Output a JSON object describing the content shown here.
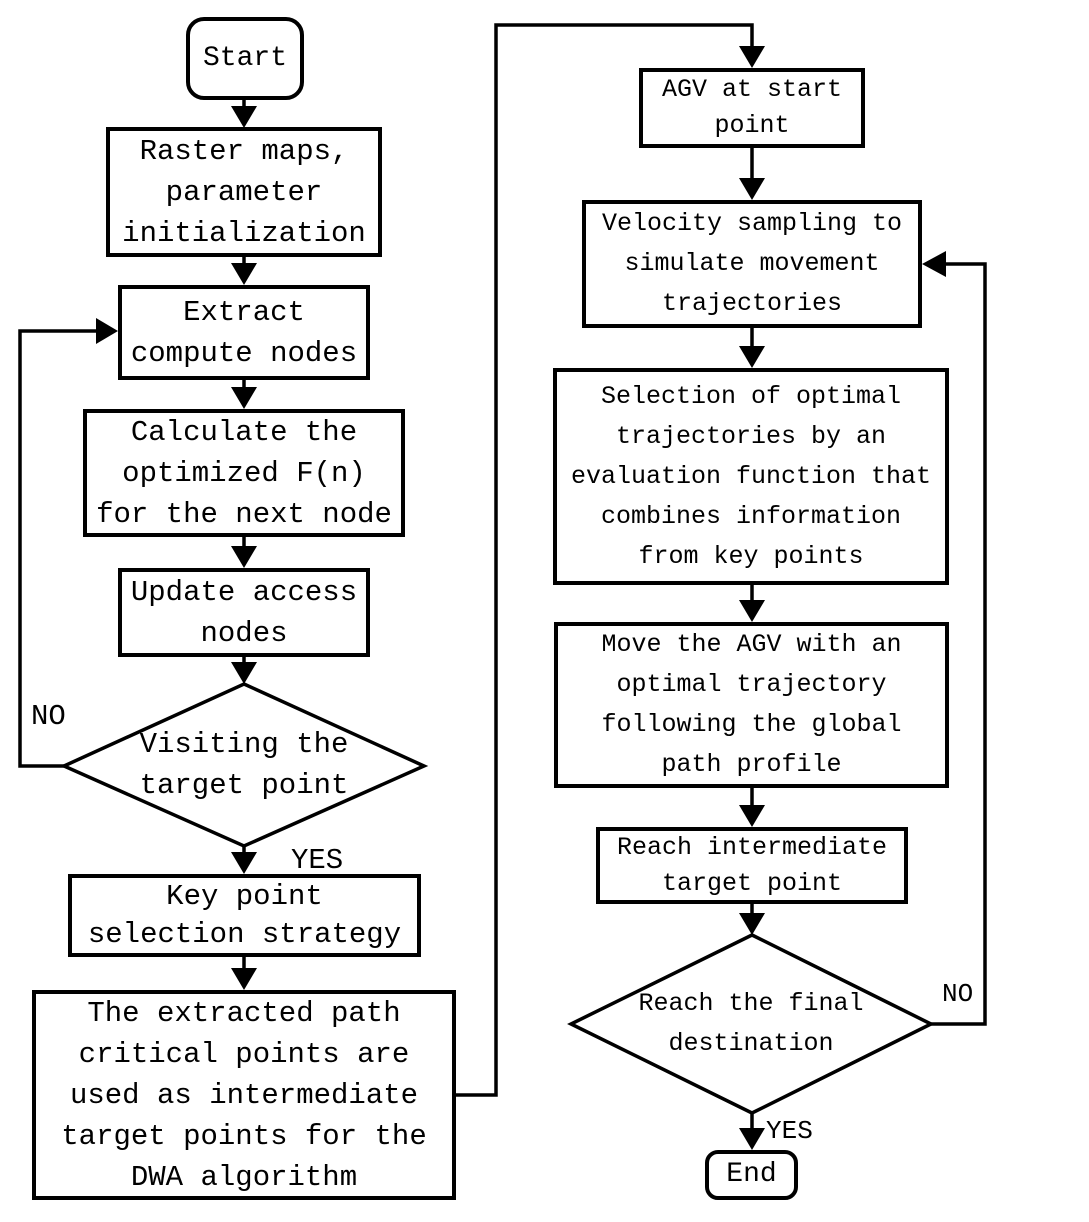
{
  "title": "AGV path planning flowchart (improved A* with key points + DWA)",
  "colors": {
    "stroke": "#000000",
    "fill": "#ffffff",
    "text": "#000000"
  },
  "nodes": {
    "start": "Start",
    "raster_init": "Raster maps,\nparameter\ninitialization",
    "extract_nodes": "Extract\ncompute nodes",
    "calc_fn": "Calculate the\noptimized F(n)\nfor the next node",
    "update_nodes": "Update access\nnodes",
    "visit_target": "Visiting the\ntarget point",
    "keypoint_strategy": "Key point\nselection strategy",
    "extracted_path": "The extracted path\ncritical points are\nused as intermediate\ntarget points for the\nDWA algorithm",
    "agv_start": "AGV at start\npoint",
    "velocity_sampling": "Velocity sampling to\nsimulate movement\ntrajectories",
    "selection_optimal": "Selection of optimal\ntrajectories by an\nevaluation function that\ncombines information\nfrom key points",
    "move_agv": "Move the AGV with an\noptimal trajectory\nfollowing the global\npath profile",
    "reach_intermediate": "Reach intermediate\ntarget point",
    "reach_final": "Reach the final\ndestination",
    "end": "End"
  },
  "edge_labels": {
    "visit_no": "NO",
    "visit_yes": "YES",
    "final_no": "NO",
    "final_yes": "YES"
  },
  "edges": [
    {
      "from": "start",
      "to": "raster_init"
    },
    {
      "from": "raster_init",
      "to": "extract_nodes"
    },
    {
      "from": "extract_nodes",
      "to": "calc_fn"
    },
    {
      "from": "calc_fn",
      "to": "update_nodes"
    },
    {
      "from": "update_nodes",
      "to": "visit_target"
    },
    {
      "from": "visit_target",
      "to": "extract_nodes",
      "label": "NO"
    },
    {
      "from": "visit_target",
      "to": "keypoint_strategy",
      "label": "YES"
    },
    {
      "from": "keypoint_strategy",
      "to": "extracted_path"
    },
    {
      "from": "extracted_path",
      "to": "agv_start"
    },
    {
      "from": "agv_start",
      "to": "velocity_sampling"
    },
    {
      "from": "velocity_sampling",
      "to": "selection_optimal"
    },
    {
      "from": "selection_optimal",
      "to": "move_agv"
    },
    {
      "from": "move_agv",
      "to": "reach_intermediate"
    },
    {
      "from": "reach_intermediate",
      "to": "reach_final"
    },
    {
      "from": "reach_final",
      "to": "velocity_sampling",
      "label": "NO"
    },
    {
      "from": "reach_final",
      "to": "end",
      "label": "YES"
    }
  ]
}
